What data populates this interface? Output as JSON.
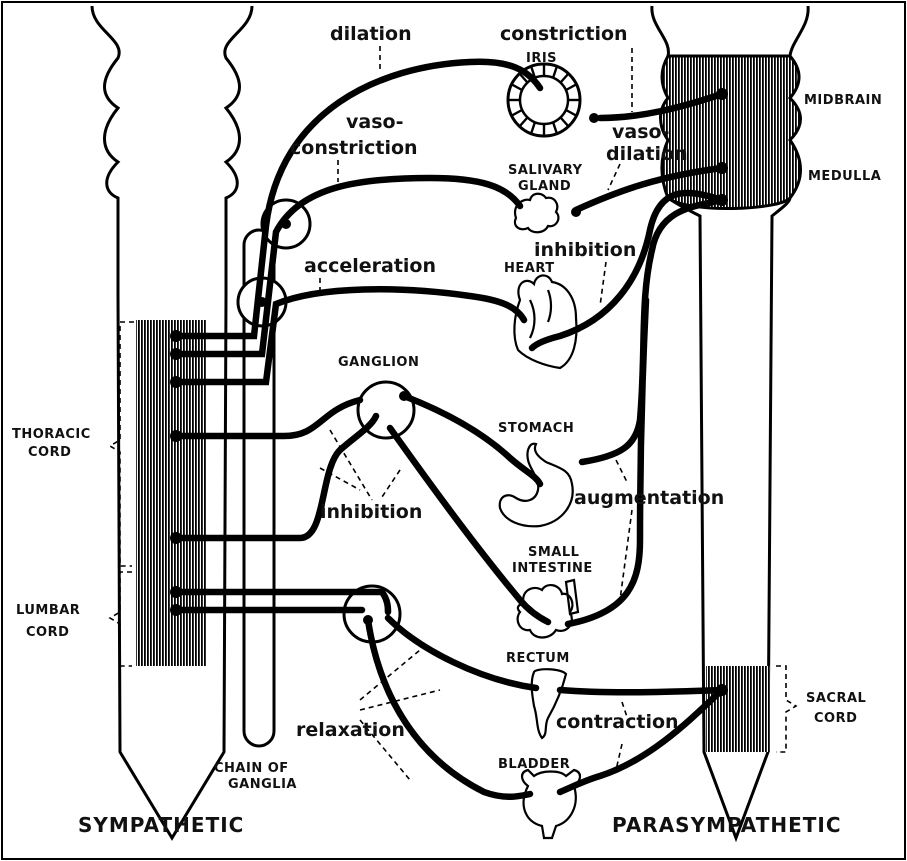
{
  "sides": {
    "left": "SYMPATHETIC",
    "right": "PARASYMPATHETIC"
  },
  "chain": [
    "CHAIN OF",
    "GANGLIA"
  ],
  "regions": {
    "thoracic": [
      "THORACIC",
      "CORD"
    ],
    "lumbar": [
      "LUMBAR",
      "CORD"
    ],
    "sacral": [
      "SACRAL",
      "CORD"
    ],
    "midbrain": "MIDBRAIN",
    "medulla": "MEDULLA"
  },
  "organs": {
    "iris": "IRIS",
    "salivary": [
      "SALIVARY",
      "GLAND"
    ],
    "heart": "HEART",
    "stomach": "STOMACH",
    "intestine": [
      "SMALL",
      "INTESTINE"
    ],
    "rectum": "RECTUM",
    "bladder": "BLADDER",
    "ganglion": "GANGLION"
  },
  "effects": {
    "dilation": "dilation",
    "constriction": "constriction",
    "vasoconstriction": [
      "vaso-",
      "constriction"
    ],
    "vasodilation": [
      "vaso-",
      "dilation"
    ],
    "acceleration": "acceleration",
    "inhibition_heart": "inhibition",
    "inhibition_gut": "inhibition",
    "augmentation": "augmentation",
    "relaxation": "relaxation",
    "contraction": "contraction"
  }
}
